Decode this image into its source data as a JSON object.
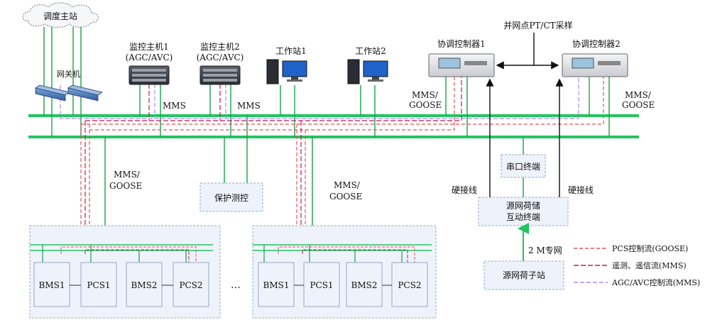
{
  "dispatch": {
    "label": "调度主站"
  },
  "gateway": {
    "label": "网关机"
  },
  "monitor1": {
    "line1": "监控主机1",
    "line2": "(AGC/AVC)"
  },
  "monitor2": {
    "line1": "监控主机2",
    "line2": "(AGC/AVC)"
  },
  "workstation1": {
    "label": "工作站1"
  },
  "workstation2": {
    "label": "工作站2"
  },
  "controller1": {
    "label": "协调控制器1"
  },
  "controller2": {
    "label": "协调控制器2"
  },
  "sampling": {
    "label": "并网点PT/CT采样"
  },
  "protocols": {
    "mms": "MMS",
    "mms_slash": "MMS/",
    "goose": "GOOSE",
    "hardwire": "硬接线",
    "dedicated": "2 M专网"
  },
  "protection": {
    "label": "保护测控"
  },
  "serial_terminal": {
    "label": "串口终端"
  },
  "interaction_terminal": {
    "line1": "源网荷储",
    "line2": "互动终端"
  },
  "substation": {
    "label": "源网荷子站"
  },
  "units": {
    "bms1": "BMS1",
    "pcs1": "PCS1",
    "bms2": "BMS2",
    "pcs2": "PCS2"
  },
  "ellipsis": "…",
  "legend": {
    "pcs_goose": "PCS控制流(GOOSE)",
    "telemetry_mms": "遥测、遥信流(MMS)",
    "agc_avc_mms": "AGC/AVC控制流(MMS)"
  },
  "colors": {
    "bus": "#22c55e",
    "link": "#16a34a",
    "goose": "#e25555",
    "telemetry": "#c2185b",
    "agc": "#a78bfa",
    "box_fill": "#eef2fb",
    "box_stroke": "#9aa7c7"
  }
}
